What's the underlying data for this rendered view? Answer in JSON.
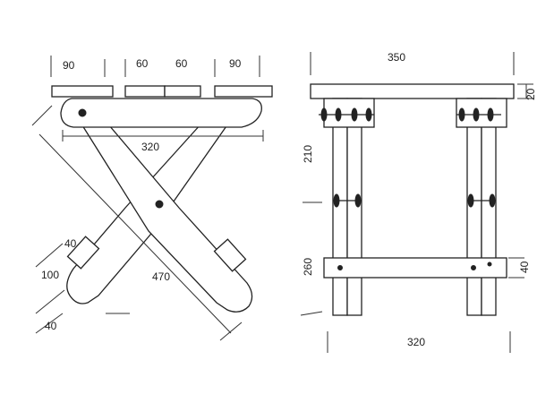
{
  "side_view": {
    "dim_top": [
      "90",
      "60",
      "60",
      "90"
    ],
    "dim_width": "320",
    "dim_diagonal": "470",
    "dim_foot_40_upper": "40",
    "dim_foot_100": "100",
    "dim_foot_40_lower": "40"
  },
  "front_view": {
    "dim_top_width": "350",
    "dim_seat_thickness": "20",
    "dim_upper_height": "210",
    "dim_lower_height": "260",
    "dim_rail": "40",
    "dim_bottom_width": "320"
  }
}
